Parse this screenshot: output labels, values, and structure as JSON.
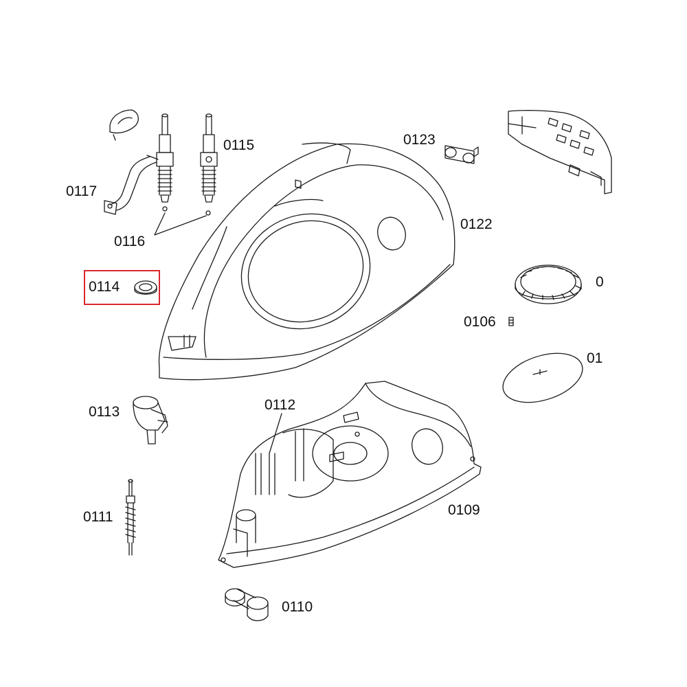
{
  "diagram": {
    "labels": {
      "p0117": "0117",
      "p0115": "0115",
      "p0116": "0116",
      "p0114": "0114",
      "p0123": "0123",
      "p0122": "0122",
      "p0": "0",
      "p0106": "0106",
      "p01": "01",
      "p0113": "0113",
      "p0112": "0112",
      "p0111": "0111",
      "p0109": "0109",
      "p0110": "0110"
    },
    "highlighted_part": "0114",
    "colors": {
      "line": "#1a1a1a",
      "highlight": "#d9262c",
      "background": "#ffffff"
    }
  }
}
